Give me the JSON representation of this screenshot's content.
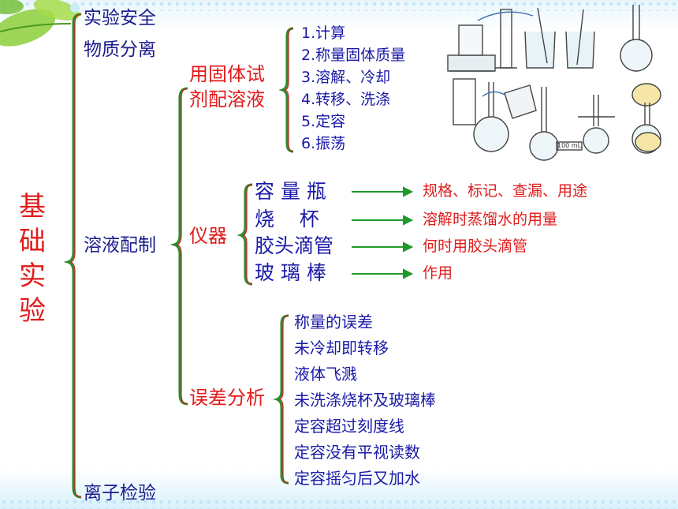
{
  "root_title": [
    "基",
    "础",
    "实",
    "验"
  ],
  "level1": {
    "safety": "实验安全",
    "separation": "物质分离",
    "solution_prep": "溶液配制",
    "ion_test": "离子检验"
  },
  "level2": {
    "solid_line1": "用固体试",
    "solid_line2": "剂配溶液",
    "instruments": "仪器",
    "error_analysis": "误差分析"
  },
  "steps": [
    "1.计算",
    "2.称量固体质量",
    "3.溶解、冷却",
    "4.转移、洗涤",
    "5.定容",
    "6.振荡"
  ],
  "instruments": [
    {
      "name": "容 量 瓶",
      "note": "规格、标记、查漏、用途",
      "note_color": "#e11b1b"
    },
    {
      "name": "烧    杯",
      "note": "溶解时蒸馏水的用量",
      "note_color": "#e11b1b"
    },
    {
      "name": "胶头滴管",
      "note": "何时用胶头滴管",
      "note_color": "#e11b1b"
    },
    {
      "name": "玻 璃 棒",
      "note": "作用",
      "note_color": "#e11b1b"
    }
  ],
  "errors": [
    "称量的误差",
    "未冷却即转移",
    "液体飞溅",
    "未洗涤烧杯及玻璃棒",
    "定容超过刻度线",
    "定容没有平视读数",
    "定容摇匀后又加水"
  ],
  "colors": {
    "brace": "#2e8b2e",
    "arrow": "#1f9a2a",
    "red_text": "#e11b1b",
    "blue_text": "#1a1aa8"
  },
  "illustration": {
    "label_cylinder": "100 mL"
  }
}
